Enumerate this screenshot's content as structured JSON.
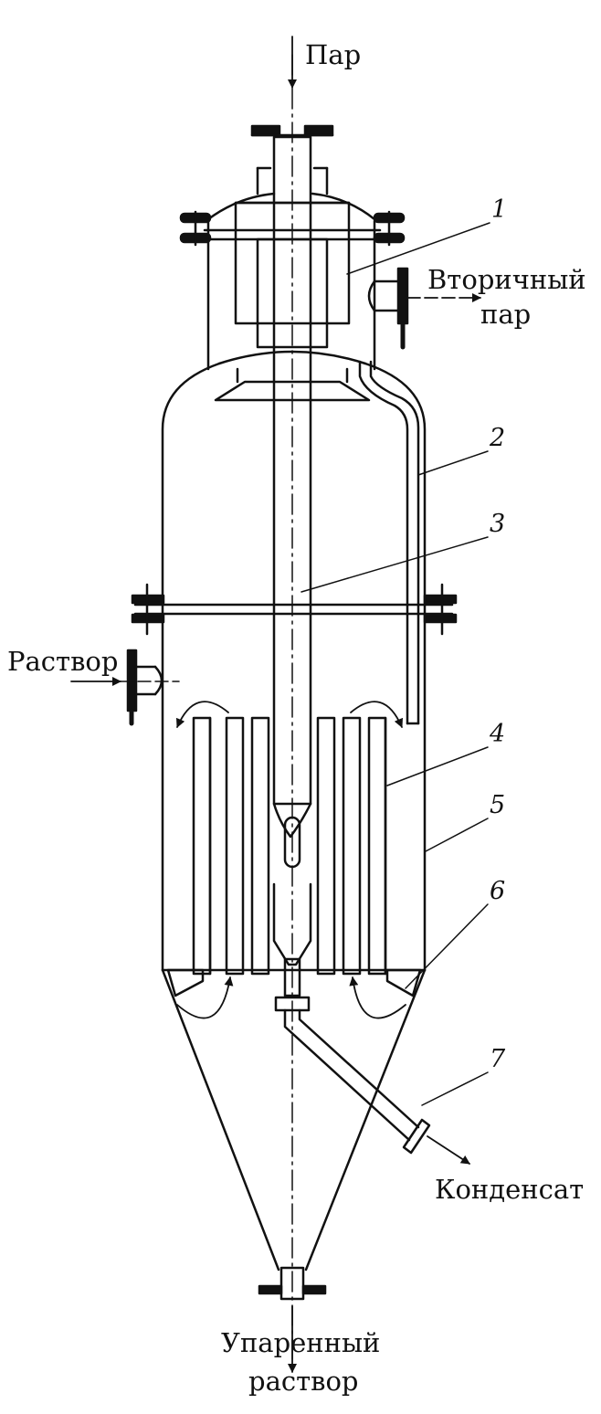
{
  "labels": {
    "steam_in": "Пар",
    "secondary_steam_line1": "Вторичный",
    "secondary_steam_line2": "пар",
    "solution_in": "Раствор",
    "condensate": "Конденсат",
    "evaporated_line1": "Упаренный",
    "evaporated_line2": "раствор"
  },
  "callouts": [
    "1",
    "2",
    "3",
    "4",
    "5",
    "6",
    "7"
  ],
  "colors": {
    "ink": "#111111",
    "paper": "#ffffff"
  }
}
